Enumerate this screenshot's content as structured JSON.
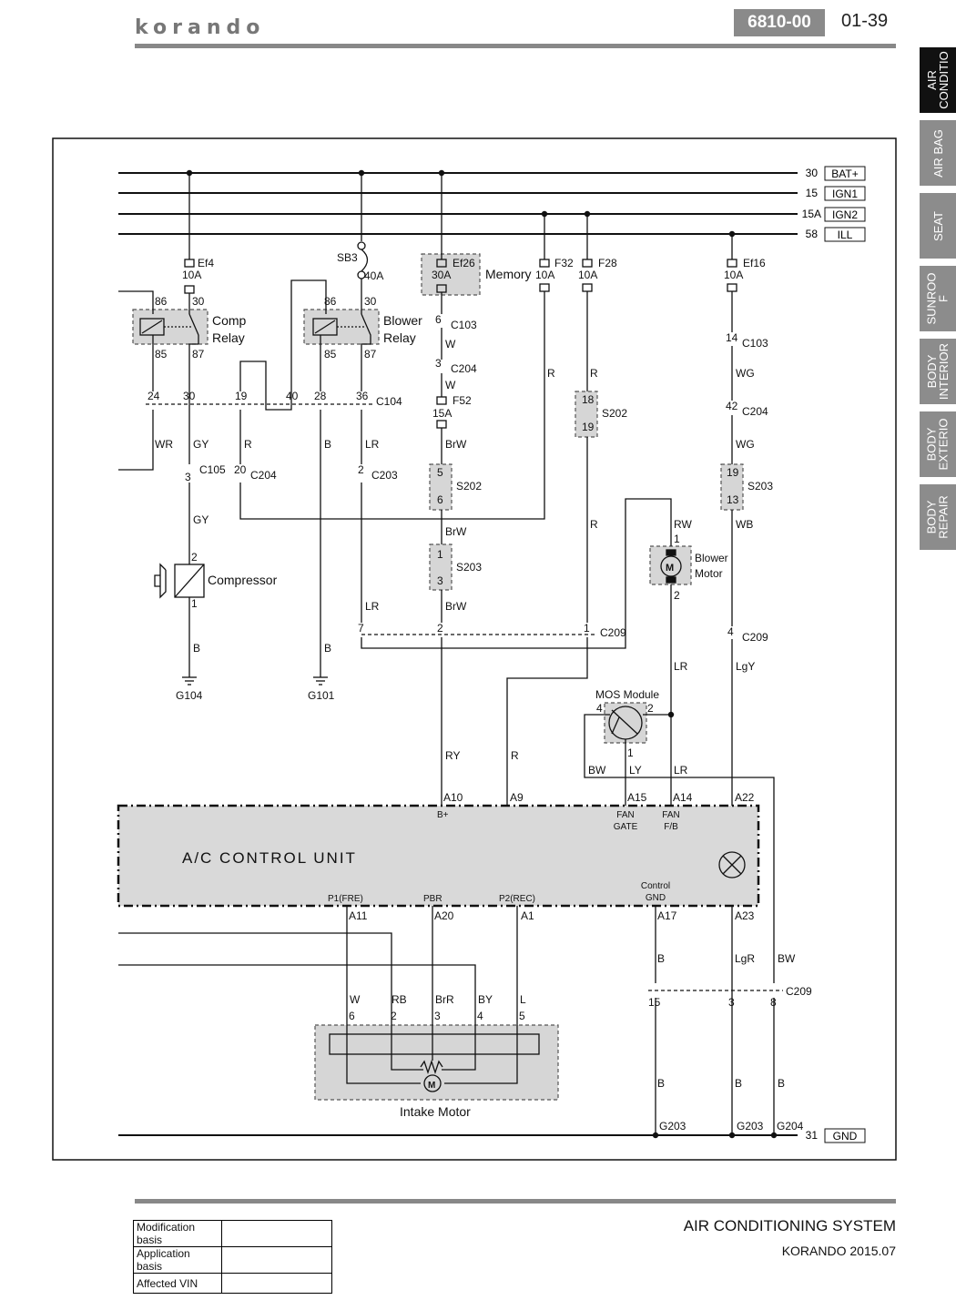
{
  "header": {
    "brand": "korando",
    "section_code": "6810-00",
    "page_number": "01-39"
  },
  "side_tabs": [
    {
      "label": "AIR\nCONDITIO",
      "active": true
    },
    {
      "label": "AIR BAG",
      "active": false
    },
    {
      "label": "SEAT",
      "active": false
    },
    {
      "label": "SUNROO\nF",
      "active": false
    },
    {
      "label": "BODY\nINTERIOR",
      "active": false
    },
    {
      "label": "BODY\nEXTERIO",
      "active": false
    },
    {
      "label": "BODY\nREPAIR",
      "active": false
    }
  ],
  "power_buses": [
    {
      "terminal": "30",
      "name": "BAT+"
    },
    {
      "terminal": "15",
      "name": "IGN1"
    },
    {
      "terminal": "15A",
      "name": "IGN2"
    },
    {
      "terminal": "58",
      "name": "ILL"
    }
  ],
  "ground_bus": {
    "terminal": "31",
    "name": "GND"
  },
  "fuses": [
    {
      "name": "Ef4",
      "rating": "10A"
    },
    {
      "name": "SB3",
      "rating": "40A"
    },
    {
      "name": "Ef26",
      "rating": "30A"
    },
    {
      "name": "F32",
      "rating": "10A"
    },
    {
      "name": "F28",
      "rating": "10A"
    },
    {
      "name": "Ef16",
      "rating": "10A"
    },
    {
      "name": "F52",
      "rating": "15A"
    }
  ],
  "labels": {
    "memory": "Memory",
    "comp_relay": [
      "Comp",
      "Relay"
    ],
    "blower_relay": [
      "Blower",
      "Relay"
    ],
    "compressor": "Compressor",
    "blower_motor": [
      "Blower",
      "Motor"
    ],
    "mos_module": "MOS Module",
    "ac_control_unit": "A/C  CONTROL  UNIT",
    "intake_motor": "Intake Motor",
    "motor_symbol": "M",
    "fan_gate": [
      "FAN",
      "GATE"
    ],
    "fan_fb": [
      "FAN",
      "F/B"
    ],
    "control_gnd": [
      "Control",
      "GND"
    ],
    "b_plus": "B+",
    "p1": "P1(FRE)",
    "pbr": "PBR",
    "p2": "P2(REC)"
  },
  "relay_pins": [
    "86",
    "30",
    "85",
    "87"
  ],
  "connectors": [
    "C103",
    "C104",
    "C105",
    "C203",
    "C204",
    "C209",
    "S202",
    "S203"
  ],
  "grounds": [
    "G104",
    "G101",
    "G203",
    "G203",
    "G204"
  ],
  "pins": {
    "c104": [
      "24",
      "30",
      "19",
      "40",
      "28",
      "36"
    ],
    "c103_memory": "6",
    "c204_memory": "3",
    "s202_memory": [
      "5",
      "6"
    ],
    "s203_memory": [
      "1",
      "3"
    ],
    "c105": "3",
    "c204_r": "20",
    "c203": "2",
    "comp_pins": [
      "2",
      "1"
    ],
    "s202_r": [
      "18",
      "19"
    ],
    "c103_ef16": "14",
    "c204_ef16": "42",
    "s203_ef16": [
      "19",
      "13"
    ],
    "blower_pins": [
      "1",
      "2"
    ],
    "c209_top": [
      "7",
      "2",
      "1",
      "4"
    ],
    "mos_pins": [
      "4",
      "2",
      "1"
    ],
    "acu_top": [
      "A10",
      "A9",
      "A15",
      "A14",
      "A22"
    ],
    "acu_bottom": [
      "A11",
      "A20",
      "A1",
      "A17",
      "A23"
    ],
    "intake_pins": [
      "6",
      "2",
      "3",
      "4",
      "5"
    ],
    "c209_bottom": [
      "15",
      "3",
      "8"
    ]
  },
  "wire_colors": {
    "comp": [
      "WR",
      "GY",
      "GY",
      "B"
    ],
    "blower_relay": [
      "R",
      "B",
      "LR",
      "LR",
      "B"
    ],
    "memory": [
      "W",
      "W",
      "BrW",
      "BrW",
      "BrW"
    ],
    "f32_f28": [
      "R",
      "R",
      "R"
    ],
    "ef16": [
      "WG",
      "WG",
      "WB",
      "LgY"
    ],
    "blower": [
      "RW",
      "LR"
    ],
    "acu_inputs": [
      "RY",
      "R",
      "BW",
      "LY",
      "LR"
    ],
    "intake": [
      "W",
      "RB",
      "BrR",
      "BY",
      "L"
    ],
    "gnd": [
      "B",
      "LgR",
      "BW",
      "B",
      "B",
      "B"
    ]
  },
  "footer": {
    "table": [
      {
        "label": "Modification basis",
        "value": ""
      },
      {
        "label": "Application basis",
        "value": ""
      },
      {
        "label": "Affected VIN",
        "value": ""
      }
    ],
    "system_title": "AIR CONDITIONING SYSTEM",
    "model": "KORANDO 2015.07"
  }
}
